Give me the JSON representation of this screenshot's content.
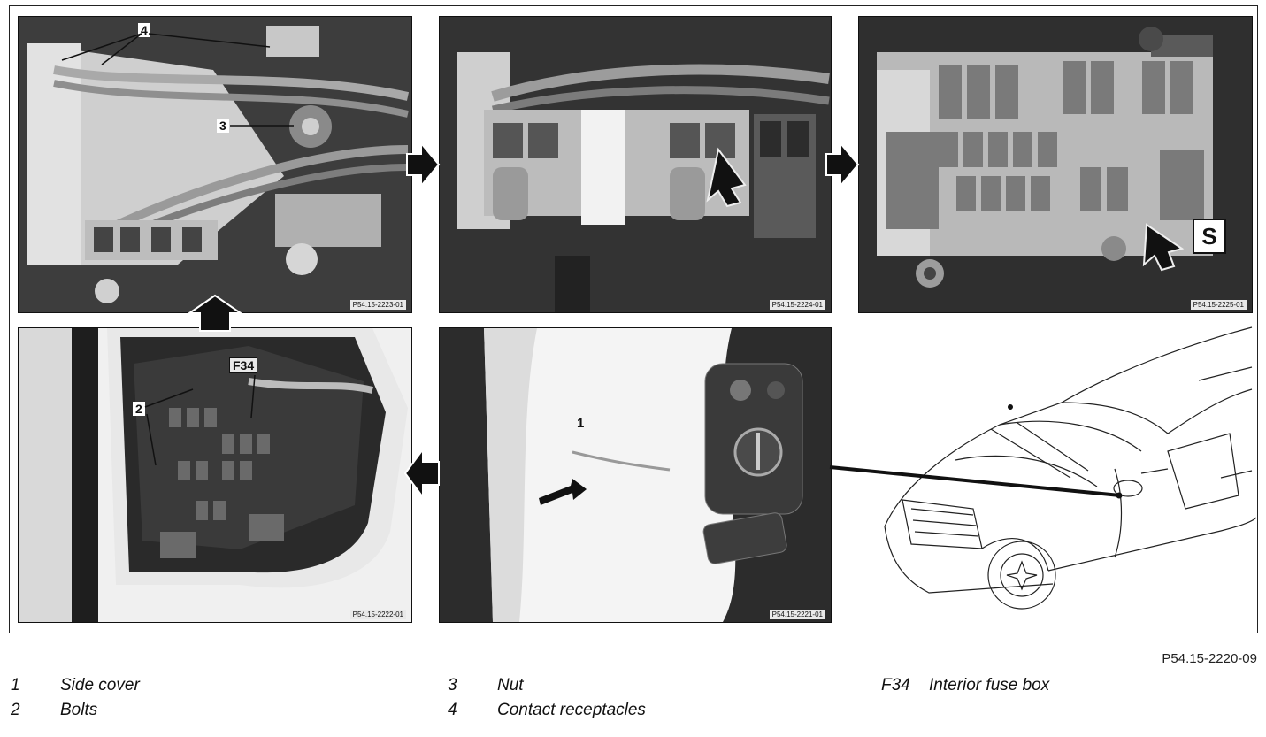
{
  "figure": {
    "id": "P54.15-2220-09",
    "photos": [
      {
        "ref": "P54.15-2223-01"
      },
      {
        "ref": "P54.15-2224-01"
      },
      {
        "ref": "P54.15-2225-01"
      },
      {
        "ref": "P54.15-2222-01"
      },
      {
        "ref": "P54.15-2221-01"
      }
    ],
    "callouts": {
      "c4": "4",
      "c3": "3",
      "c2": "2",
      "f34": "F34",
      "c1": "1"
    },
    "symbol": "S"
  },
  "legend": [
    {
      "num": "1",
      "text": "Side cover"
    },
    {
      "num": "2",
      "text": "Bolts"
    },
    {
      "num": "3",
      "text": "Nut"
    },
    {
      "num": "4",
      "text": "Contact receptacles"
    },
    {
      "num": "F34",
      "text": "Interior fuse box"
    }
  ]
}
